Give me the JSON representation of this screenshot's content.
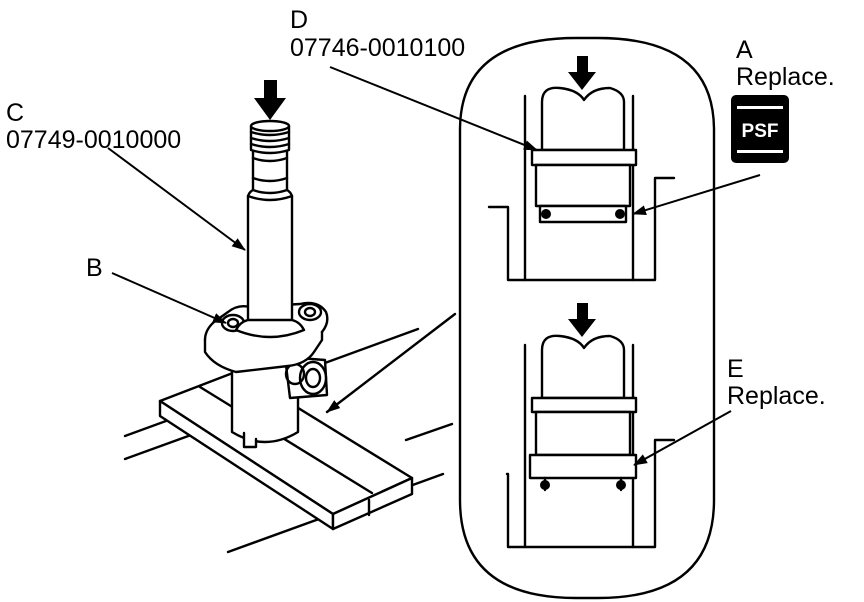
{
  "labels": {
    "a": {
      "letter": "A",
      "note": "Replace."
    },
    "b": {
      "letter": "B"
    },
    "c": {
      "letter": "C",
      "part_no": "07749-0010000"
    },
    "d": {
      "letter": "D",
      "part_no": "07746-0010100"
    },
    "e": {
      "letter": "E",
      "note": "Replace."
    }
  },
  "psf_icon": {
    "text": "PSF"
  }
}
